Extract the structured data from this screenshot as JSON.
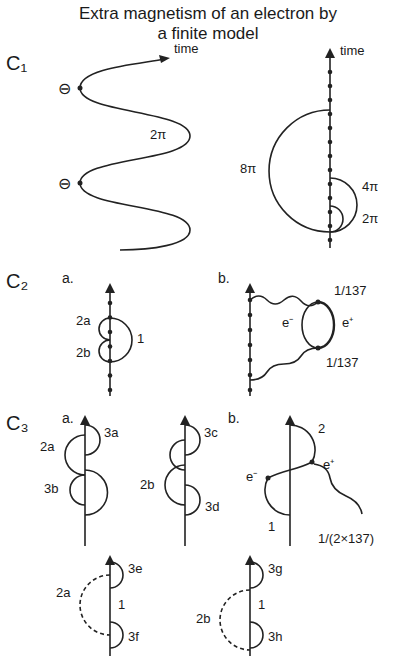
{
  "diagram": {
    "title": "Extra magnetism of an electron by a finite model",
    "labels": [
      "C₁",
      "⊖",
      "time",
      "2π",
      "⊖",
      "time",
      "8π",
      "4π",
      "2π",
      "C₂",
      "a.",
      "2a",
      "1",
      "2b",
      "b.",
      "1/137",
      "e⁻",
      "e⁺",
      "1/137",
      "C₃",
      "a.",
      "3a",
      "2a",
      "3b",
      "3c",
      "2b",
      "3d",
      "b.",
      "2",
      "e⁺",
      "e⁻",
      "1",
      "1/(2×137)",
      "2a",
      "3e",
      "1",
      "3f",
      "3g",
      "1",
      "2b",
      "3h"
    ]
  }
}
